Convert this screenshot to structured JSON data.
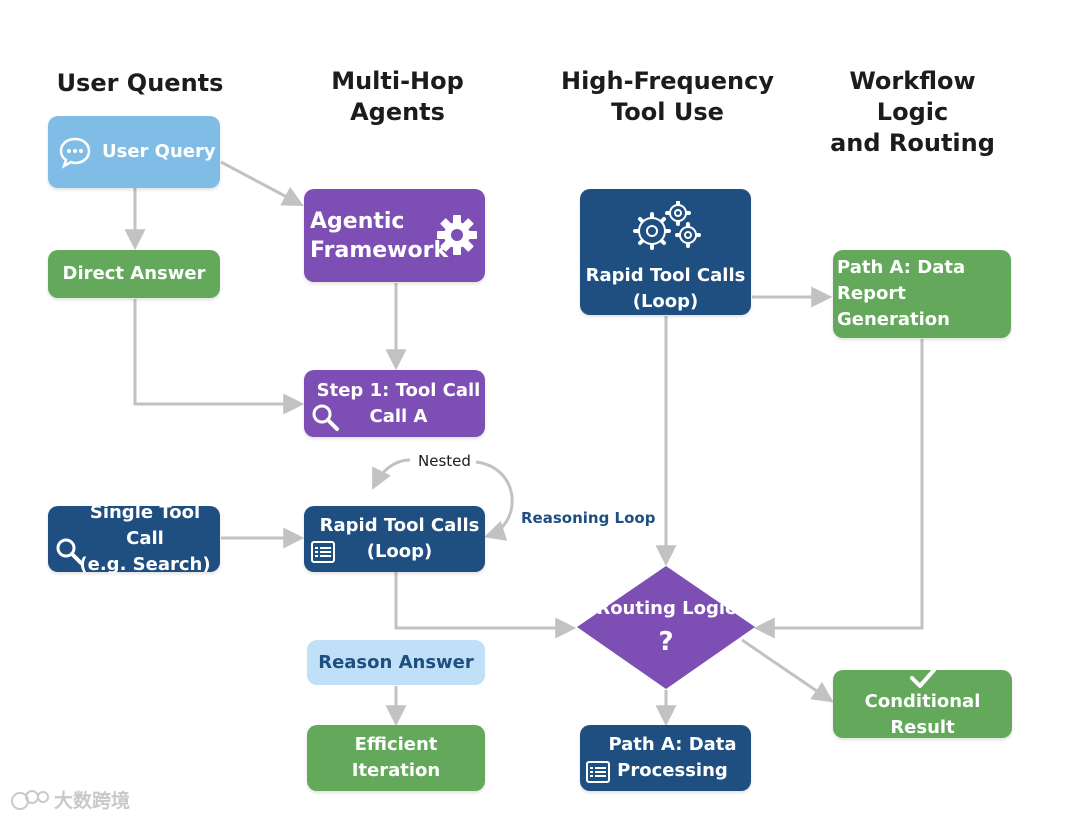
{
  "headers": {
    "col1": "User Quents",
    "col2": "Multi-Hop\nAgents",
    "col3": "High-Frequency\nTool Use",
    "col4": "Workflow\nLogic\nand Routing"
  },
  "nodes": {
    "user_query": "User Query",
    "direct_answer": "Direct Answer",
    "agentic_framework": "Agentic\nFramework",
    "step1": "Step 1: Tool Call\nCall A",
    "single_tool": "Single Tool Call\n(e.g. Search)",
    "rapid_loop_mid": "Rapid Tool Calls\n(Loop)",
    "reason_answer": "Reason Answer",
    "efficient_iteration": "Efficient\nIteration",
    "rapid_loop_top": "Rapid Tool Calls\n(Loop)",
    "routing_logic": "Routing Logic",
    "routing_symbol": "?",
    "path_a_processing": "Path A: Data\nProcessing",
    "path_a_report": "Path A: Data\nReport Generation",
    "conditional_result": "Conditional Result"
  },
  "edge_labels": {
    "nested": "Nested",
    "reasoning_loop": "Reasoning Loop"
  },
  "watermark": "大数跨境",
  "colors": {
    "green": "#64a85b",
    "purple": "#7d4fb5",
    "navy": "#1e4f80",
    "light_blue": "#7fbde6",
    "pale_blue": "#bfe0f6",
    "arrow_gray": "#c2c2c2"
  },
  "icons": {
    "user_query": "chat-bubble-icon",
    "agentic_framework": "gear-icon",
    "step1": "search-icon",
    "single_tool": "search-icon",
    "rapid_loop_mid": "list-icon",
    "rapid_loop_top": "gears-icon",
    "path_a_processing": "list-icon",
    "conditional_result": "checkmark-icon"
  }
}
